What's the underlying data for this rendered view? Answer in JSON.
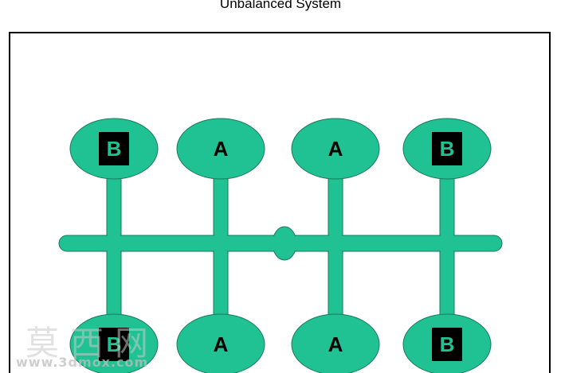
{
  "title": "Unbalanced System",
  "colors": {
    "fill": "#20C192",
    "stroke": "#1a7a5c",
    "box": "#000000",
    "box_text": "#20C192",
    "text": "#000000"
  },
  "nodes": {
    "top": [
      {
        "label": "B",
        "boxed": true
      },
      {
        "label": "A",
        "boxed": false
      },
      {
        "label": "A",
        "boxed": false
      },
      {
        "label": "B",
        "boxed": true
      }
    ],
    "bottom": [
      {
        "label": "B",
        "boxed": true
      },
      {
        "label": "A",
        "boxed": false
      },
      {
        "label": "A",
        "boxed": false
      },
      {
        "label": "B",
        "boxed": true
      }
    ]
  },
  "watermark": {
    "chinese": "莫西网",
    "url": "www.3dmox.com"
  }
}
